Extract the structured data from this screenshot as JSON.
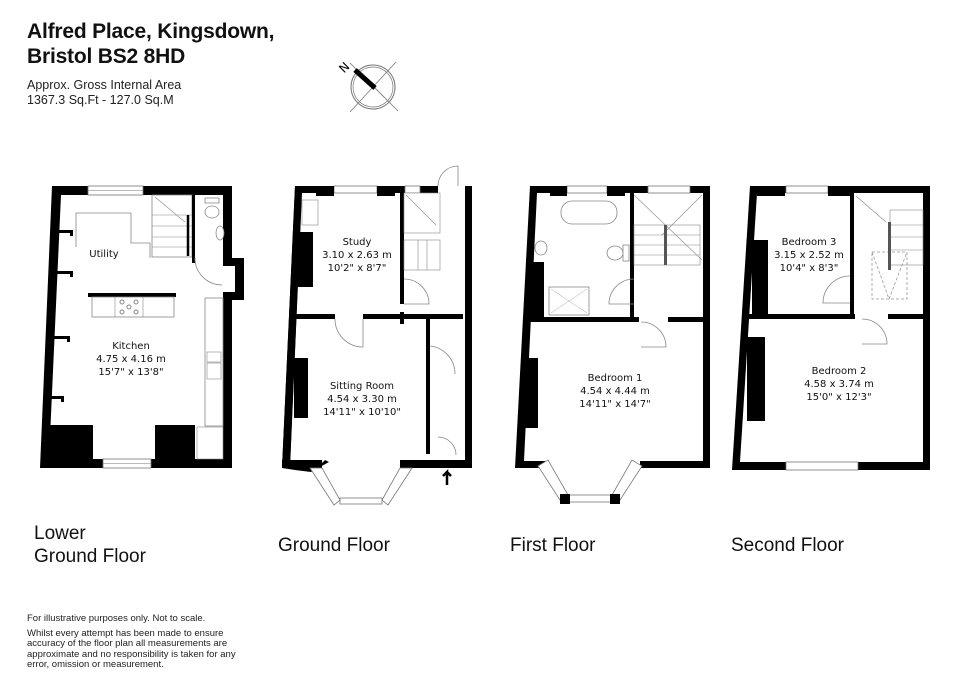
{
  "header": {
    "title_line1": "Alfred Place, Kingsdown,",
    "title_line2": "Bristol BS2 8HD",
    "area_label": "Approx. Gross Internal Area",
    "area_value": "1367.3 Sq.Ft - 127.0 Sq.M"
  },
  "compass": {
    "label": "N",
    "icon": "north-compass-icon"
  },
  "floors": [
    {
      "id": "lower-ground",
      "label_line1": "Lower",
      "label_line2": "Ground Floor",
      "rooms": [
        {
          "name": "Utility",
          "metric": "",
          "imperial": ""
        },
        {
          "name": "Kitchen",
          "metric": "4.75 x 4.16 m",
          "imperial": "15'7\" x 13'8\""
        }
      ]
    },
    {
      "id": "ground",
      "label_line1": "Ground Floor",
      "rooms": [
        {
          "name": "Study",
          "metric": "3.10 x 2.63 m",
          "imperial": "10'2\" x 8'7\""
        },
        {
          "name": "Sitting Room",
          "metric": "4.54 x 3.30 m",
          "imperial": "14'11\" x 10'10\""
        }
      ]
    },
    {
      "id": "first",
      "label_line1": "First Floor",
      "rooms": [
        {
          "name": "Bedroom 1",
          "metric": "4.54 x 4.44 m",
          "imperial": "14'11\" x 14'7\""
        }
      ]
    },
    {
      "id": "second",
      "label_line1": "Second Floor",
      "rooms": [
        {
          "name": "Bedroom 3",
          "metric": "3.15 x 2.52 m",
          "imperial": "10'4\" x 8'3\""
        },
        {
          "name": "Bedroom 2",
          "metric": "4.58 x 3.74 m",
          "imperial": "15'0\" x 12'3\""
        }
      ]
    }
  ],
  "disclaimer": {
    "line1": "For illustrative purposes only. Not to scale.",
    "line2": "Whilst every attempt has been made to ensure accuracy of the floor plan all measurements are approximate and no responsibility is taken for any error, omission or measurement."
  },
  "colors": {
    "wall": "#000000",
    "background": "#ffffff",
    "fixture_line": "#888888"
  }
}
